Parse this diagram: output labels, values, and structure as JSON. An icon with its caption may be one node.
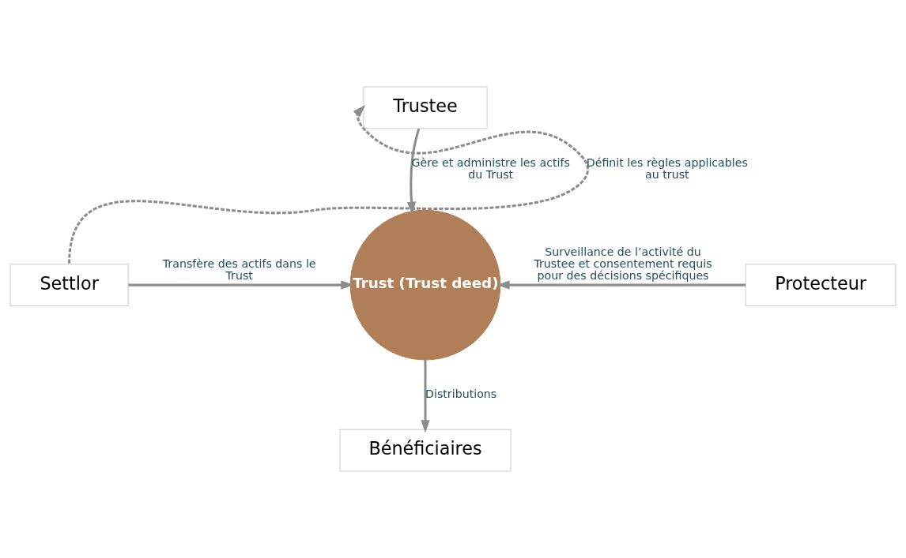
{
  "diagram": {
    "nodes": [
      {
        "text": [
          "Trustee"
        ]
      },
      {
        "text": [
          "Settlor"
        ]
      },
      {
        "text": [
          "Trust (Trust deed)"
        ]
      },
      {
        "text": [
          "Protecteur"
        ]
      },
      {
        "text": [
          "Bénéficiaires"
        ]
      }
    ],
    "edges": [
      {
        "from": 1,
        "to": 0,
        "arrow": "to",
        "label": "Définit les règles applicables au trust",
        "style": "dashed"
      },
      {
        "from": 0,
        "to": 2,
        "arrow": "to",
        "label": "Gère et administre les actifs du Trust"
      },
      {
        "from": 1,
        "to": 2,
        "arrow": "to",
        "label": "Transfère des actifs dans le Trust"
      },
      {
        "from": 3,
        "to": 2,
        "arrow": "to",
        "label": "Surveillance de l’activité du Trustee et consentement requis pour des décisions spécifiques"
      },
      {
        "from": 2,
        "to": 4,
        "arrow": "to",
        "label": "Distributions"
      }
    ]
  }
}
